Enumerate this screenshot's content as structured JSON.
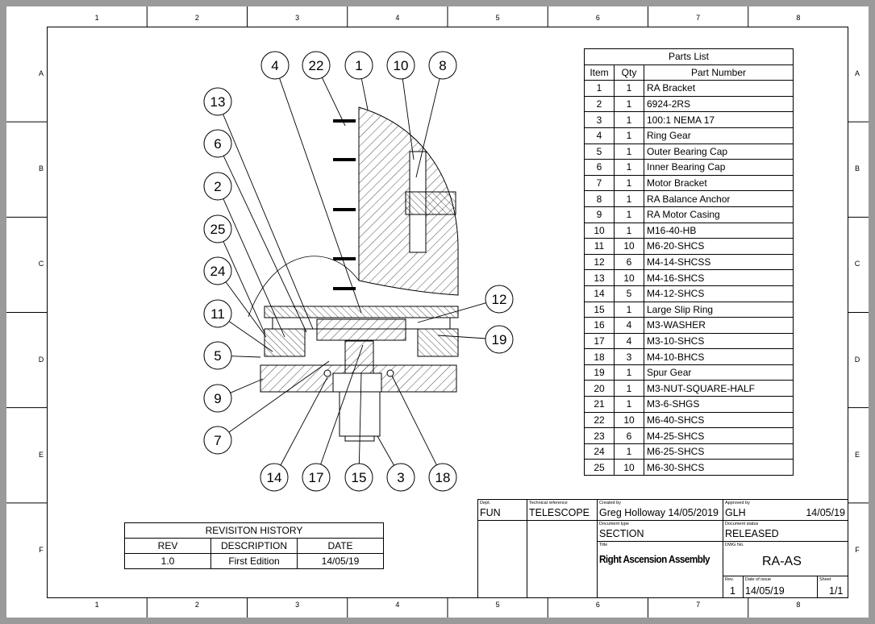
{
  "zones": {
    "columns": [
      "1",
      "2",
      "3",
      "4",
      "5",
      "6",
      "7",
      "8"
    ],
    "rows": [
      "A",
      "B",
      "C",
      "D",
      "E",
      "F"
    ]
  },
  "balloons": [
    "1",
    "2",
    "3",
    "4",
    "5",
    "6",
    "7",
    "8",
    "9",
    "10",
    "11",
    "12",
    "13",
    "14",
    "15",
    "17",
    "18",
    "19",
    "22",
    "24",
    "25"
  ],
  "parts_list": {
    "title": "Parts List",
    "headers": [
      "Item",
      "Qty",
      "Part Number"
    ],
    "rows": [
      [
        "1",
        "1",
        "RA Bracket"
      ],
      [
        "2",
        "1",
        "6924-2RS"
      ],
      [
        "3",
        "1",
        "100:1 NEMA 17"
      ],
      [
        "4",
        "1",
        "Ring Gear"
      ],
      [
        "5",
        "1",
        "Outer Bearing Cap"
      ],
      [
        "6",
        "1",
        "Inner Bearing Cap"
      ],
      [
        "7",
        "1",
        "Motor Bracket"
      ],
      [
        "8",
        "1",
        "RA Balance Anchor"
      ],
      [
        "9",
        "1",
        "RA Motor Casing"
      ],
      [
        "10",
        "1",
        "M16-40-HB"
      ],
      [
        "11",
        "10",
        "M6-20-SHCS"
      ],
      [
        "12",
        "6",
        "M4-14-SHCSS"
      ],
      [
        "13",
        "10",
        "M4-16-SHCS"
      ],
      [
        "14",
        "5",
        "M4-12-SHCS"
      ],
      [
        "15",
        "1",
        "Large Slip Ring"
      ],
      [
        "16",
        "4",
        "M3-WASHER"
      ],
      [
        "17",
        "4",
        "M3-10-SHCS"
      ],
      [
        "18",
        "3",
        "M4-10-BHCS"
      ],
      [
        "19",
        "1",
        "Spur Gear"
      ],
      [
        "20",
        "1",
        "M3-NUT-SQUARE-HALF"
      ],
      [
        "21",
        "1",
        "M3-6-SHGS"
      ],
      [
        "22",
        "10",
        "M6-40-SHCS"
      ],
      [
        "23",
        "6",
        "M4-25-SHCS"
      ],
      [
        "24",
        "1",
        "M6-25-SHCS"
      ],
      [
        "25",
        "10",
        "M6-30-SHCS"
      ]
    ]
  },
  "revision_history": {
    "title": "REVISITON HISTORY",
    "headers": [
      "REV",
      "DESCRIPTION",
      "DATE"
    ],
    "rows": [
      [
        "1.0",
        "First Edition",
        "14/05/19"
      ]
    ]
  },
  "title_block": {
    "dept_label": "Dept.",
    "dept": "FUN",
    "techref_label": "Technical reference",
    "techref": "TELESCOPE",
    "created_label": "Created by",
    "created": "Greg Holloway  14/05/2019",
    "approved_label": "Approved by",
    "approved": "GLH",
    "approved_date": "14/05/19",
    "doctype_label": "Document type",
    "doctype": "SECTION",
    "status_label": "Document status",
    "status": "RELEASED",
    "title_label": "Title",
    "title": "Right Ascension Assembly",
    "dwg_label": "DWG No.",
    "dwg": "RA-AS",
    "rev_label": "Rev.",
    "rev": "1",
    "issue_label": "Date of issue",
    "issue": "14/05/19",
    "sheet_label": "Sheet",
    "sheet": "1/1"
  }
}
